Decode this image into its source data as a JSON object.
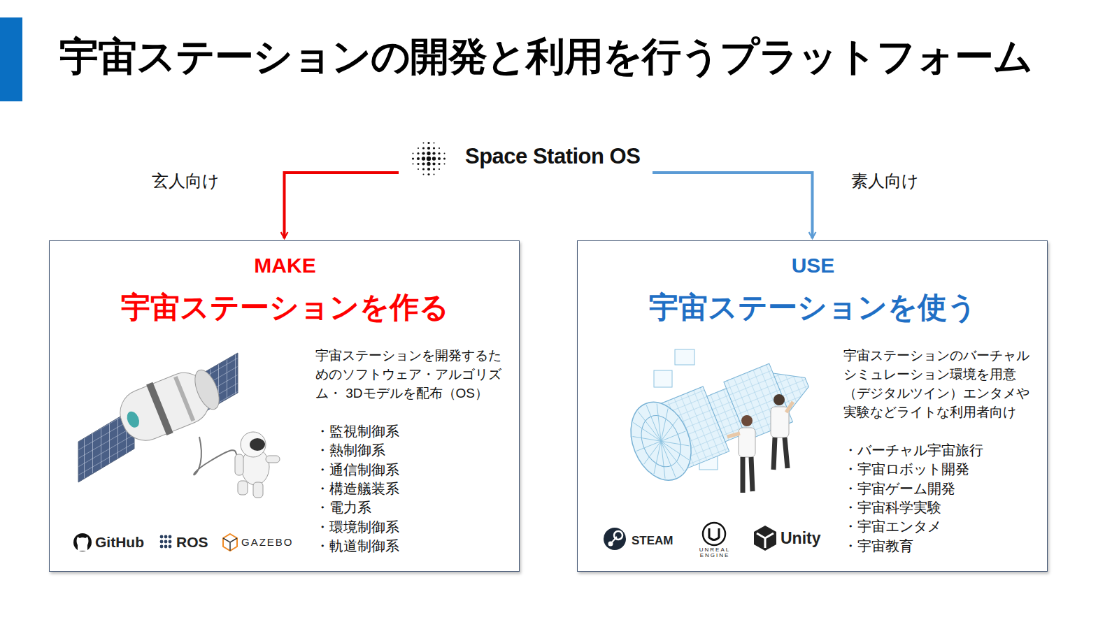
{
  "diagram": {
    "title": "宇宙ステーションの開発と利用を行うプラットフォーム",
    "nodes": [
      {
        "text": [
          "Space Station OS"
        ]
      },
      {
        "text": [
          "MAKE",
          "宇宙ステーションを作る",
          "宇宙ステーションを開発するた めのソフトウェア・アルゴリズム・ 3Dモデルを配布（OS）",
          "・監視制御系",
          "・熱制御系",
          "・通信制御系",
          "・構造艤装系",
          "・電力系",
          "・環境制御系",
          "・軌道制御系",
          "GitHub",
          "ROS",
          "GAZEBO"
        ]
      },
      {
        "text": [
          "USE",
          "宇宙ステーションを使う",
          "宇宙ステーションのバーチャル シミュレーション環境を用意 （デジタルツイン）エンタメや 実験などライトな利用者向け",
          "・バーチャル宇宙旅行",
          "・宇宙ロボット開発",
          "・宇宙ゲーム開発",
          "・宇宙科学実験",
          "・宇宙エンタメ",
          "・宇宙教育",
          "STEAM",
          "UNREAL ENGINE",
          "Unity"
        ]
      }
    ],
    "edges": [
      {
        "from": 0,
        "to": 1,
        "arrow": "to",
        "label": "玄人向け"
      },
      {
        "from": 0,
        "to": 2,
        "arrow": "to",
        "label": "素人向け"
      }
    ]
  }
}
